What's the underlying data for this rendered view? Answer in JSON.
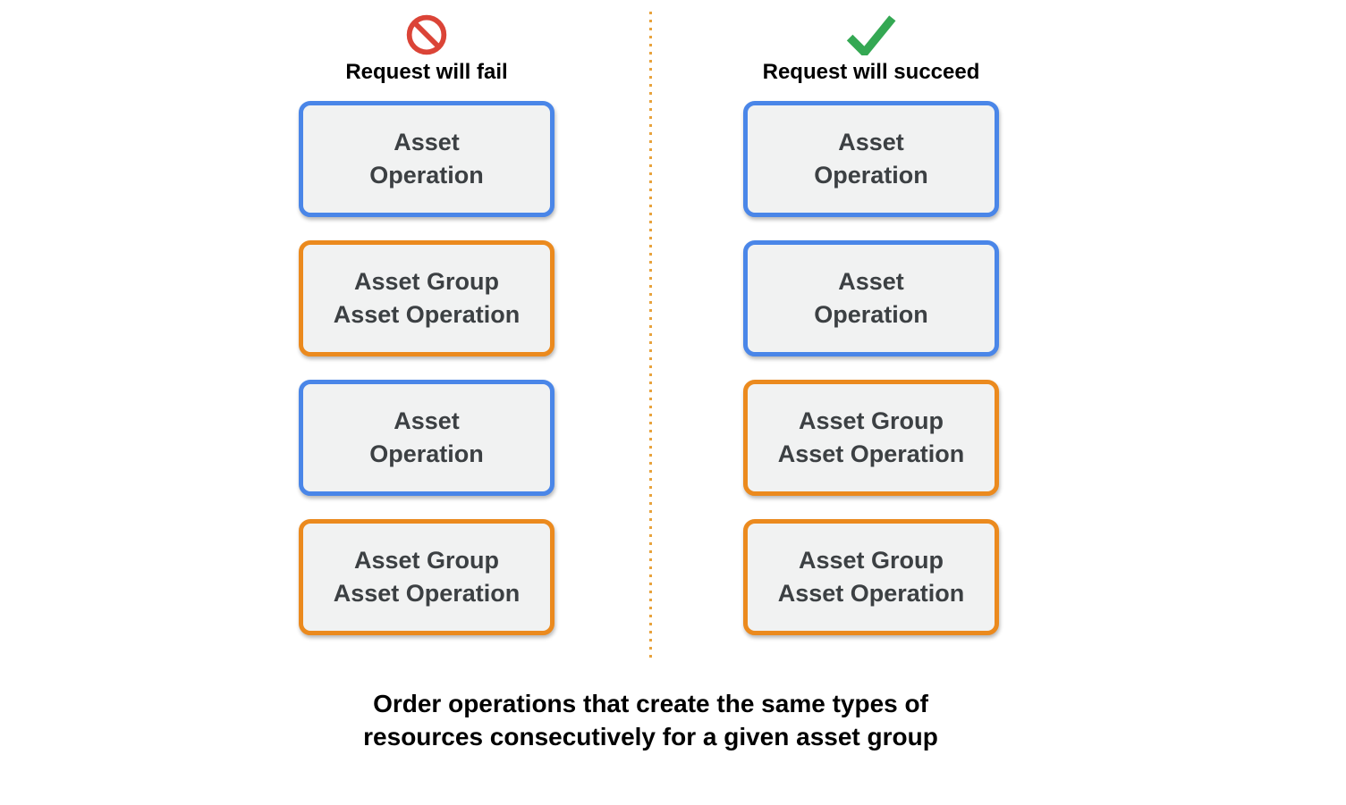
{
  "fail_column": {
    "icon": "no-entry-icon",
    "title": "Request will fail",
    "boxes": [
      {
        "line1": "Asset",
        "line2": "Operation",
        "type": "asset-operation"
      },
      {
        "line1": "Asset Group",
        "line2": "Asset Operation",
        "type": "asset-group-asset-operation"
      },
      {
        "line1": "Asset",
        "line2": "Operation",
        "type": "asset-operation"
      },
      {
        "line1": "Asset Group",
        "line2": "Asset Operation",
        "type": "asset-group-asset-operation"
      }
    ]
  },
  "succeed_column": {
    "icon": "checkmark-icon",
    "title": "Request will succeed",
    "boxes": [
      {
        "line1": "Asset",
        "line2": "Operation",
        "type": "asset-operation"
      },
      {
        "line1": "Asset",
        "line2": "Operation",
        "type": "asset-operation"
      },
      {
        "line1": "Asset Group",
        "line2": "Asset Operation",
        "type": "asset-group-asset-operation"
      },
      {
        "line1": "Asset Group",
        "line2": "Asset Operation",
        "type": "asset-group-asset-operation"
      }
    ]
  },
  "caption": {
    "line1": "Order operations that create the same types of",
    "line2": "resources consecutively for a given asset group"
  },
  "colors": {
    "asset_operation_border": "#4A86E8",
    "asset_group_border": "#EB8A1E",
    "box_background": "#F1F2F2",
    "box_text": "#3C4043",
    "fail_icon_red": "#DB4437",
    "succeed_icon_green": "#34A853",
    "divider_dots": "#E8A33D",
    "heading_text": "#000000"
  }
}
